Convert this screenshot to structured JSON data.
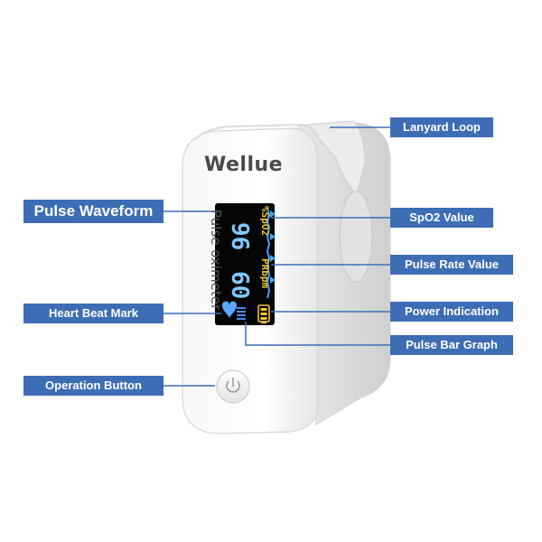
{
  "device": {
    "brand": "Wellue",
    "body_label": "Pulse oximeter",
    "spo2_label": "%SpO2",
    "spo2_value": "96",
    "pr_label": "PRbpm",
    "pr_value": "60"
  },
  "callouts": {
    "lanyard_loop": "Lanyard Loop",
    "pulse_waveform": "Pulse Waveform",
    "spo2_value": "SpO2 Value",
    "pulse_rate_value": "Pulse Rate Value",
    "heart_beat_mark": "Heart Beat Mark",
    "power_indication": "Power Indication",
    "pulse_bar_graph": "Pulse Bar Graph",
    "operation_button": "Operation Button"
  },
  "colors": {
    "callout_bg": "#3d6db5",
    "screen_bg": "#050505",
    "spo2_color": "#f4c430",
    "value_color": "#7fc8ff",
    "heart_color": "#5aa8ff"
  }
}
